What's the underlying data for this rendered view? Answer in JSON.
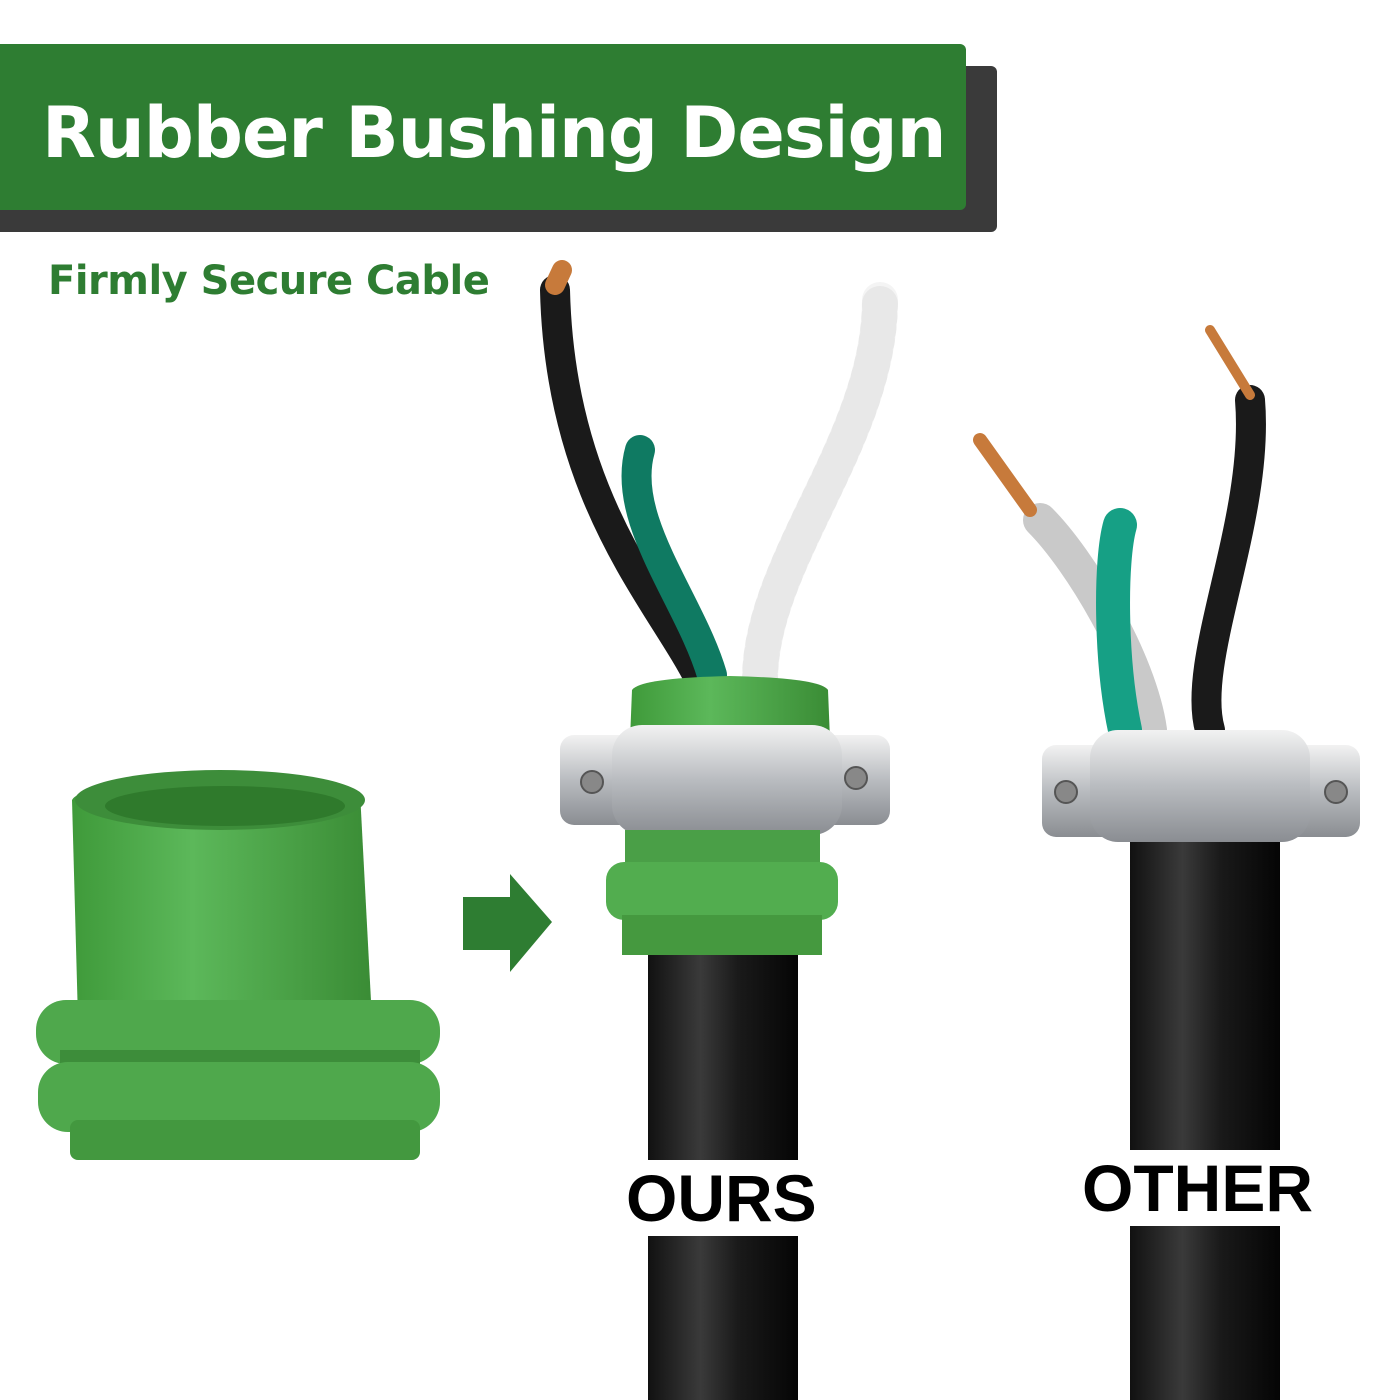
{
  "header": {
    "title": "Rubber Bushing Design",
    "subtitle": "Firmly Secure Cable"
  },
  "comparison": {
    "ours_label": "OURS",
    "other_label": "OTHER"
  },
  "colors": {
    "brand_green": "#2e7d32",
    "bushing_green": "#4caf50",
    "banner_shadow": "#3a3a3a"
  },
  "icons": {
    "arrow": "arrow-right-icon"
  }
}
